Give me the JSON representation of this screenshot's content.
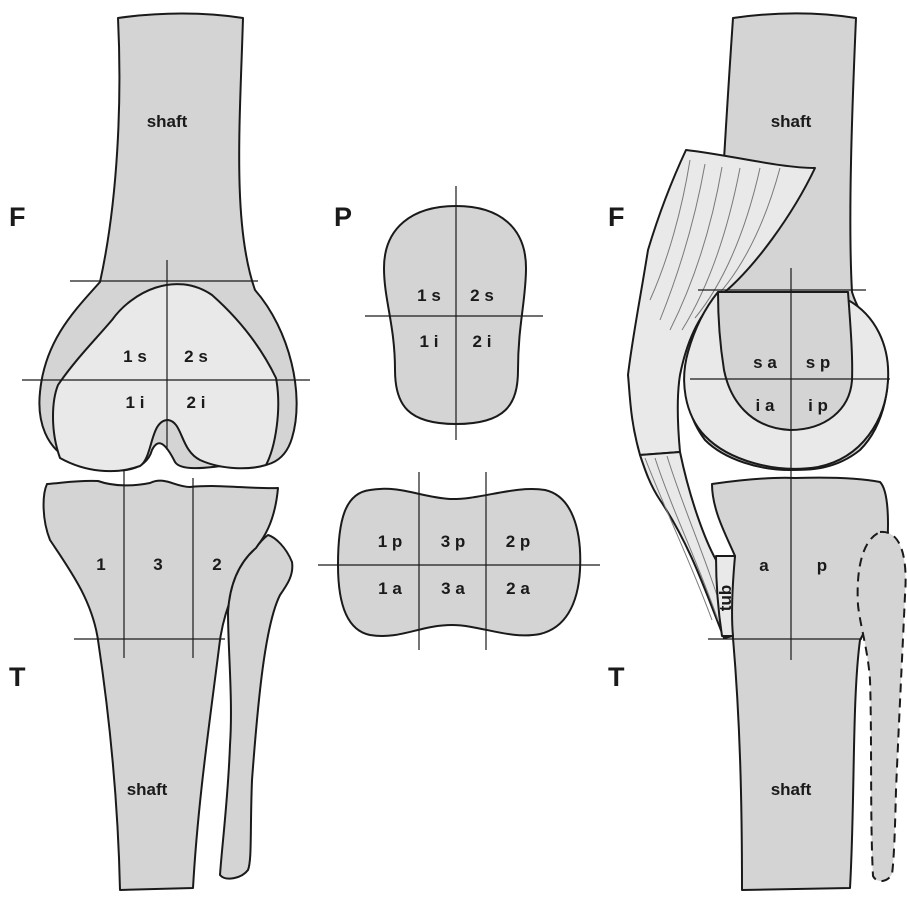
{
  "frontal": {
    "femur_letter": "F",
    "tibia_letter": "T",
    "femur_shaft": "shaft",
    "tibia_shaft": "shaft",
    "femur_zones": [
      "1 s",
      "2 s",
      "1 i",
      "2 i"
    ],
    "tibia_zones": [
      "1",
      "3",
      "2"
    ]
  },
  "patella": {
    "letter": "P",
    "zones": [
      "1 s",
      "2 s",
      "1 i",
      "2 i"
    ]
  },
  "plateau": {
    "zones": [
      "1 p",
      "3 p",
      "2 p",
      "1 a",
      "3 a",
      "2 a"
    ]
  },
  "lateral": {
    "femur_letter": "F",
    "tibia_letter": "T",
    "femur_shaft": "shaft",
    "tibia_shaft": "shaft",
    "condyle_zones": [
      "s a",
      "s p",
      "i a",
      "i p"
    ],
    "tibia_zones": [
      "a",
      "p"
    ],
    "tuberosity": "tub"
  },
  "colors": {
    "bone_fill": "#d4d4d4",
    "cartilage_fill": "#e9e9e9",
    "outline": "#1a1a1a"
  }
}
